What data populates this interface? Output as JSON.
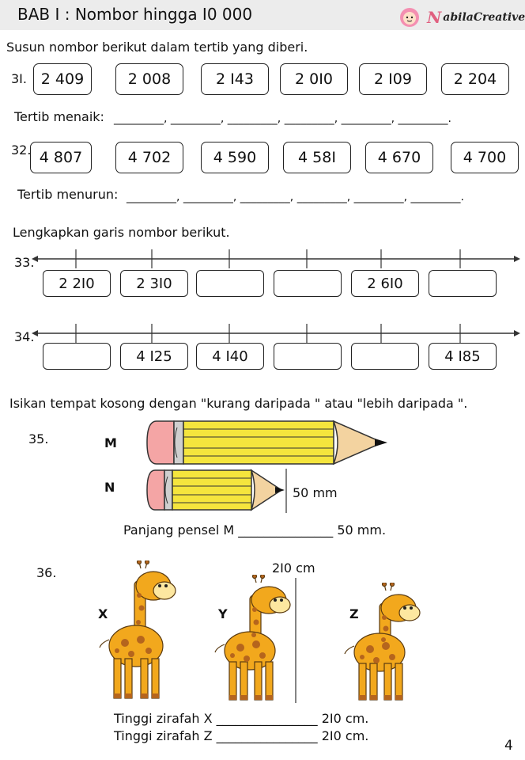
{
  "header": {
    "title": "BAB I : Nombor hingga I0 000",
    "brand_letter": "N",
    "brand_rest": "abilaCreative"
  },
  "section_order": {
    "instruction": "Susun nombor berikut dalam tertib yang diberi.",
    "q31": {
      "num": "3I.",
      "numbers": [
        "2 409",
        "2 008",
        "2 I43",
        "2 0I0",
        "2 I09",
        "2 204"
      ],
      "order_label": "Tertib menaik:",
      "blanks": "_________, _________, _________, _________, _________, _________."
    },
    "q32": {
      "num": "32.",
      "numbers": [
        "4 807",
        "4 702",
        "4 590",
        "4 58I",
        "4 670",
        "4 700"
      ],
      "order_label": "Tertib menurun:",
      "blanks": "_________, _________, _________, _________, _________, _________."
    }
  },
  "section_numberline": {
    "instruction": "Lengkapkan garis nombor berikut.",
    "q33": {
      "num": "33.",
      "boxes": [
        "2 2I0",
        "2 3I0",
        "",
        "",
        "2 6I0",
        ""
      ]
    },
    "q34": {
      "num": "34.",
      "boxes": [
        "",
        "4 I25",
        "4 I40",
        "",
        "",
        "4 I85"
      ]
    }
  },
  "section_compare": {
    "instruction": "Isikan tempat kosong dengan \"kurang daripada \" atau \"lebih daripada \".",
    "q35": {
      "num": "35.",
      "label_m": "M",
      "label_n": "N",
      "measure": "50 mm",
      "sentence_start": "Panjang pensel M",
      "sentence_blank": "_______________",
      "sentence_end": "50 mm."
    },
    "q36": {
      "num": "36.",
      "measure": "2I0 cm",
      "label_x": "X",
      "label_y": "Y",
      "label_z": "Z",
      "sentence_x_start": "Tinggi zirafah X",
      "sentence_x_blank": "________________",
      "sentence_x_end": "2I0 cm.",
      "sentence_z_start": "Tinggi zirafah Z",
      "sentence_z_blank": "________________",
      "sentence_z_end": "2I0 cm."
    }
  },
  "footer": {
    "page_number": "4"
  },
  "colors": {
    "pencil_yellow": "#f5e53d",
    "eraser_pink": "#f4a5a5",
    "giraffe_orange": "#f2a81d",
    "giraffe_spot": "#b5651d"
  }
}
